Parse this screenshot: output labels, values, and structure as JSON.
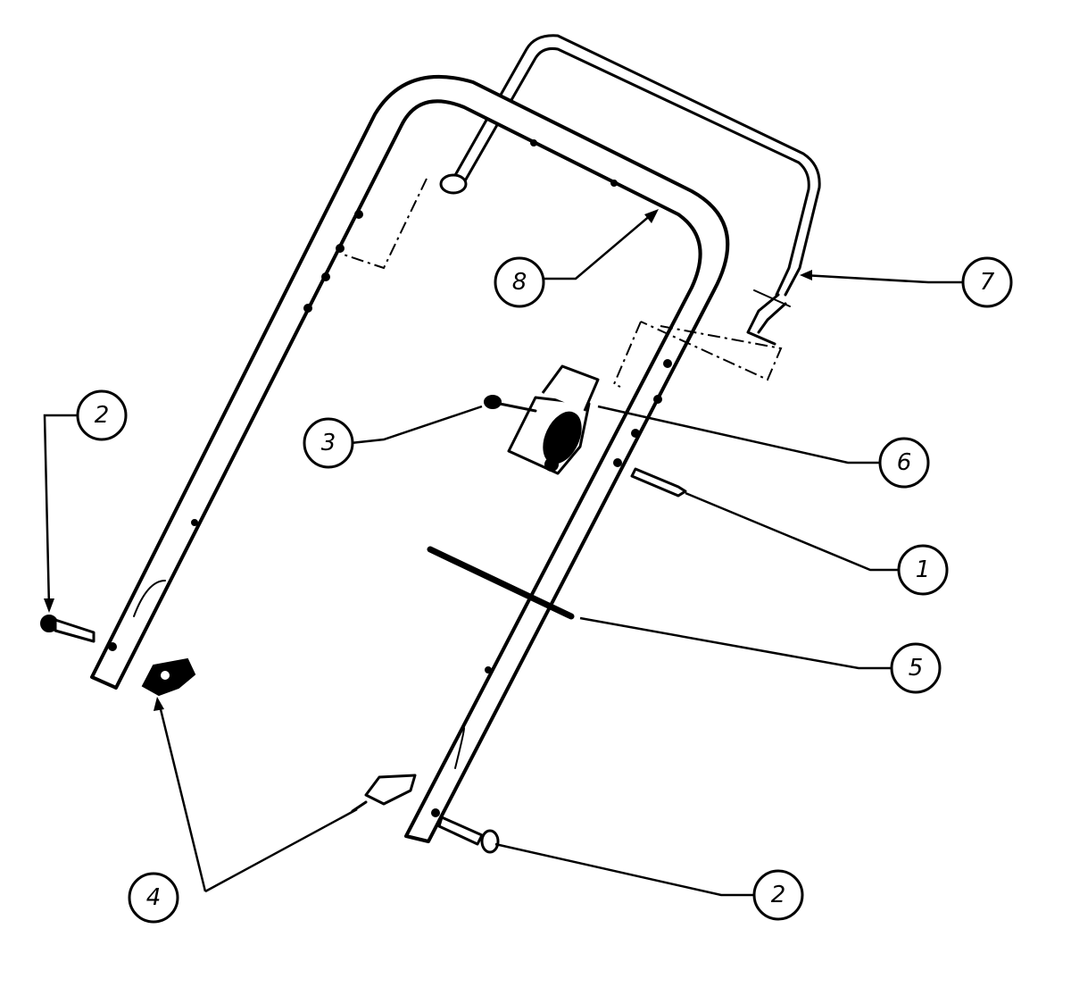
{
  "diagram": {
    "callouts": [
      {
        "id": "c1",
        "label": "1"
      },
      {
        "id": "c2a",
        "label": "2"
      },
      {
        "id": "c2b",
        "label": "2"
      },
      {
        "id": "c3",
        "label": "3"
      },
      {
        "id": "c4",
        "label": "4"
      },
      {
        "id": "c5",
        "label": "5"
      },
      {
        "id": "c6",
        "label": "6"
      },
      {
        "id": "c7",
        "label": "7"
      },
      {
        "id": "c8",
        "label": "8"
      }
    ]
  }
}
